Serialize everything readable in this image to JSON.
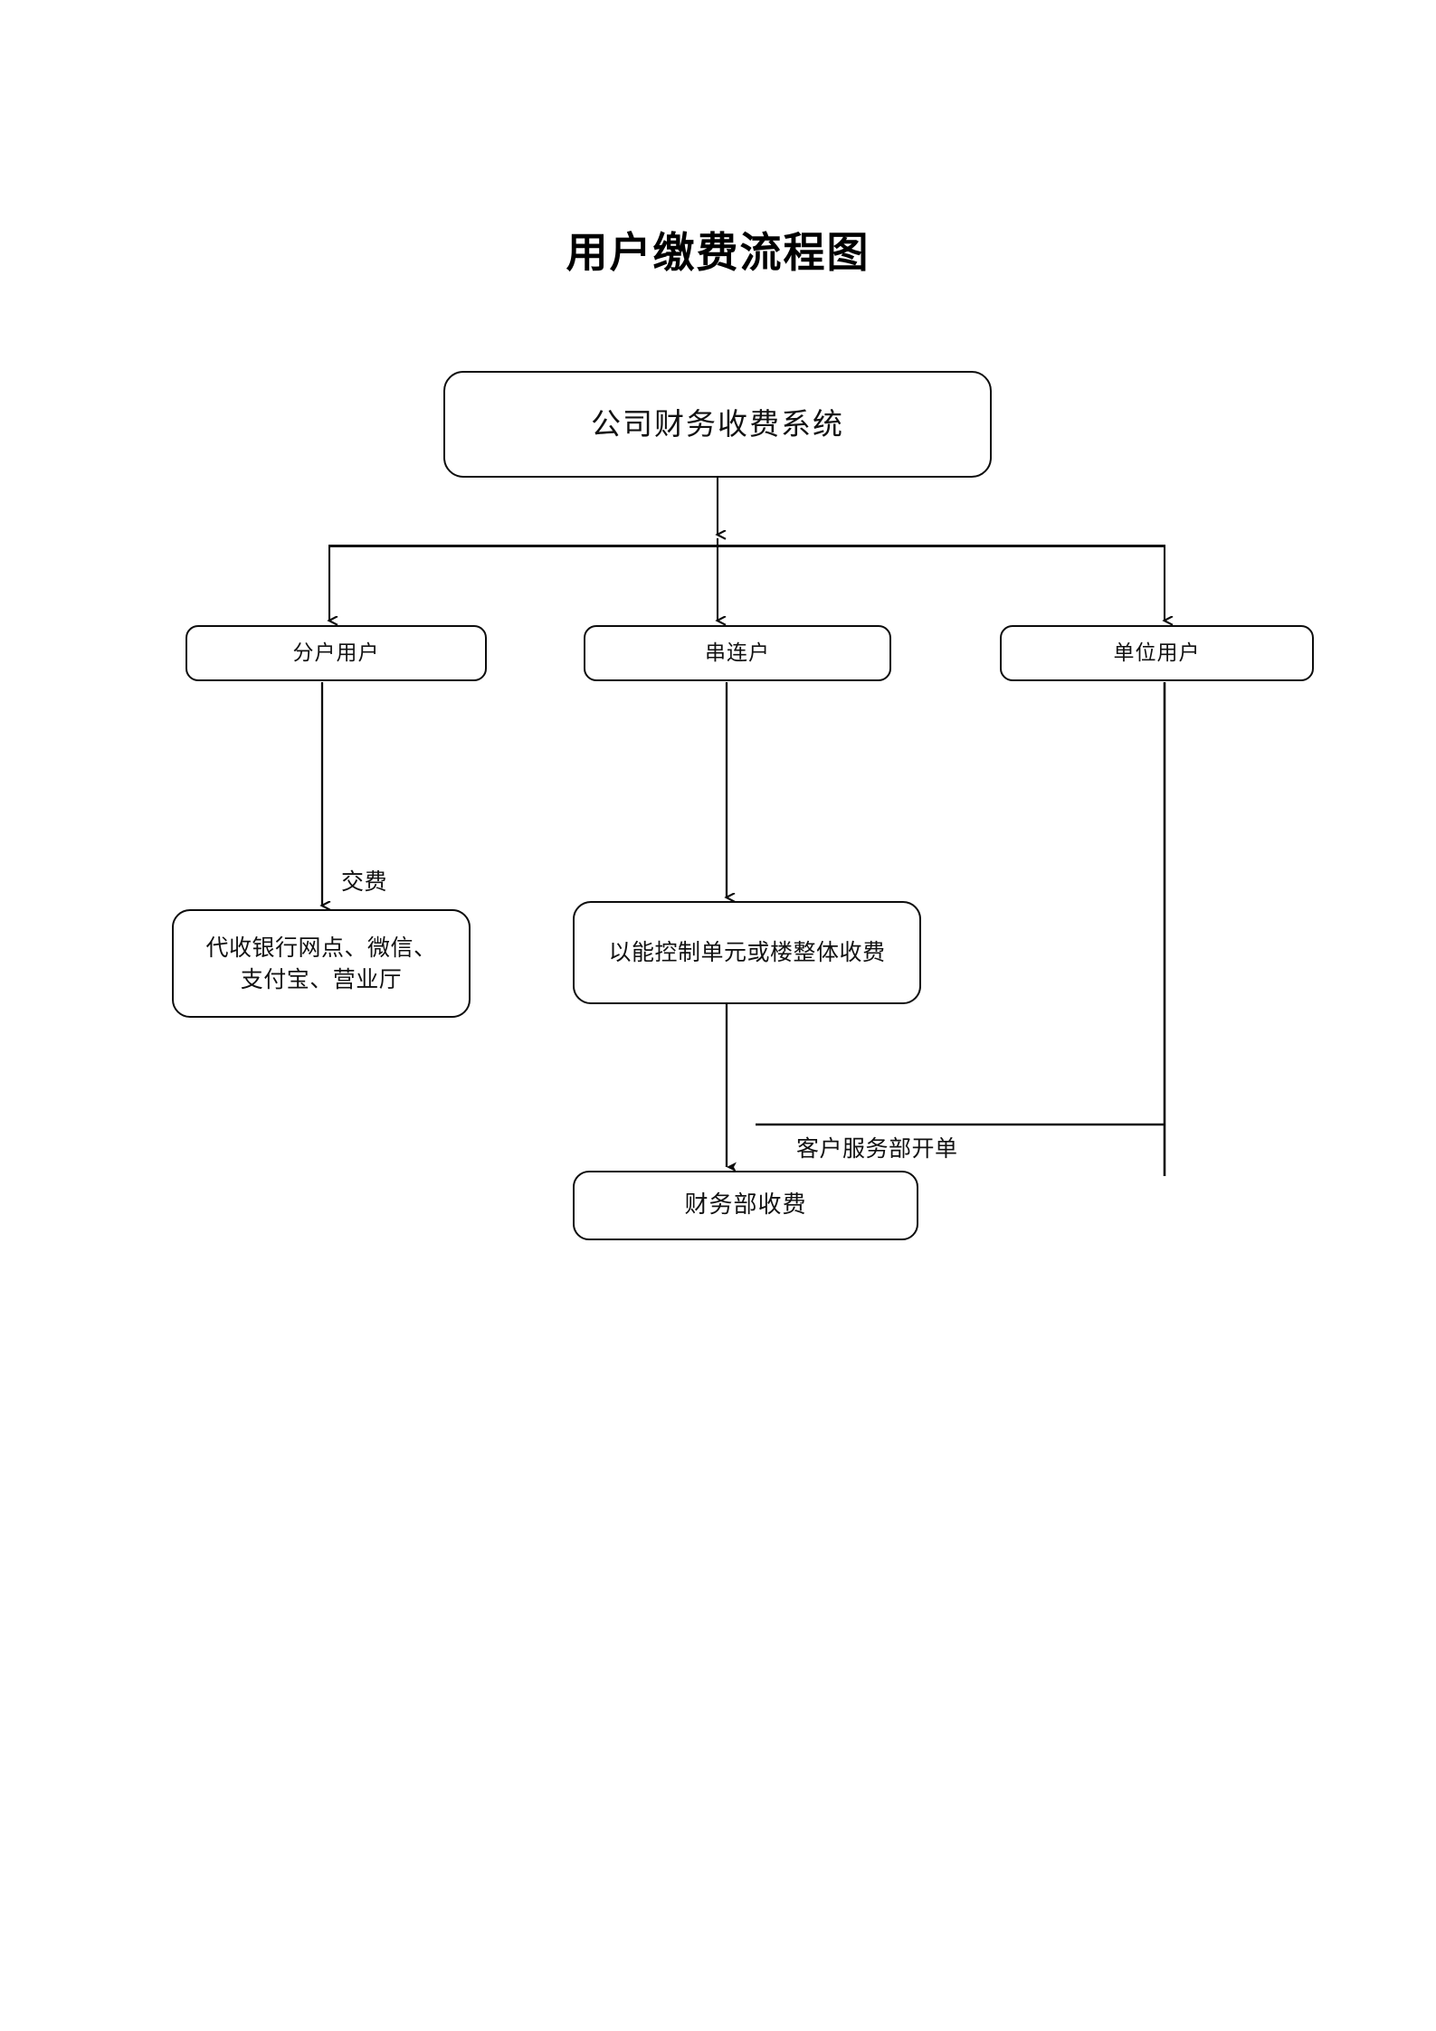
{
  "document": {
    "title": "用户缴费流程图",
    "background_color": "#ffffff",
    "line_color": "#0d0d0d",
    "text_color": "#111111"
  },
  "chart_data": {
    "type": "diagram",
    "diagram_kind": "flowchart",
    "title": "用户缴费流程图",
    "nodes": [
      {
        "id": "root",
        "label": "公司财务收费系统",
        "shape": "rounded-rect"
      },
      {
        "id": "cat1",
        "label": "分户用户",
        "shape": "rounded-rect"
      },
      {
        "id": "cat2",
        "label": "串连户",
        "shape": "rounded-rect"
      },
      {
        "id": "cat3",
        "label": "单位用户",
        "shape": "rounded-rect"
      },
      {
        "id": "bank",
        "label": "代收银行网点、微信、支付宝、营业厅",
        "line1": "代收银行网点、微信、",
        "line2": "支付宝、营业厅",
        "shape": "rounded-rect"
      },
      {
        "id": "unit",
        "label": "以能控制单元或楼整体收费",
        "shape": "rounded-rect"
      },
      {
        "id": "finance",
        "label": "财务部收费",
        "shape": "rounded-rect"
      }
    ],
    "edges": [
      {
        "from": "root",
        "to": "cat1",
        "label": ""
      },
      {
        "from": "root",
        "to": "cat2",
        "label": ""
      },
      {
        "from": "root",
        "to": "cat3",
        "label": ""
      },
      {
        "from": "cat1",
        "to": "bank",
        "label": "交费"
      },
      {
        "from": "cat2",
        "to": "unit",
        "label": ""
      },
      {
        "from": "unit",
        "to": "finance",
        "label": ""
      },
      {
        "from": "cat3",
        "to": "finance",
        "label": "客户服务部开单"
      }
    ],
    "edge_labels": [
      {
        "id": "jiaofei",
        "text": "交费"
      },
      {
        "id": "kefu",
        "text": "客户服务部开单"
      }
    ]
  }
}
